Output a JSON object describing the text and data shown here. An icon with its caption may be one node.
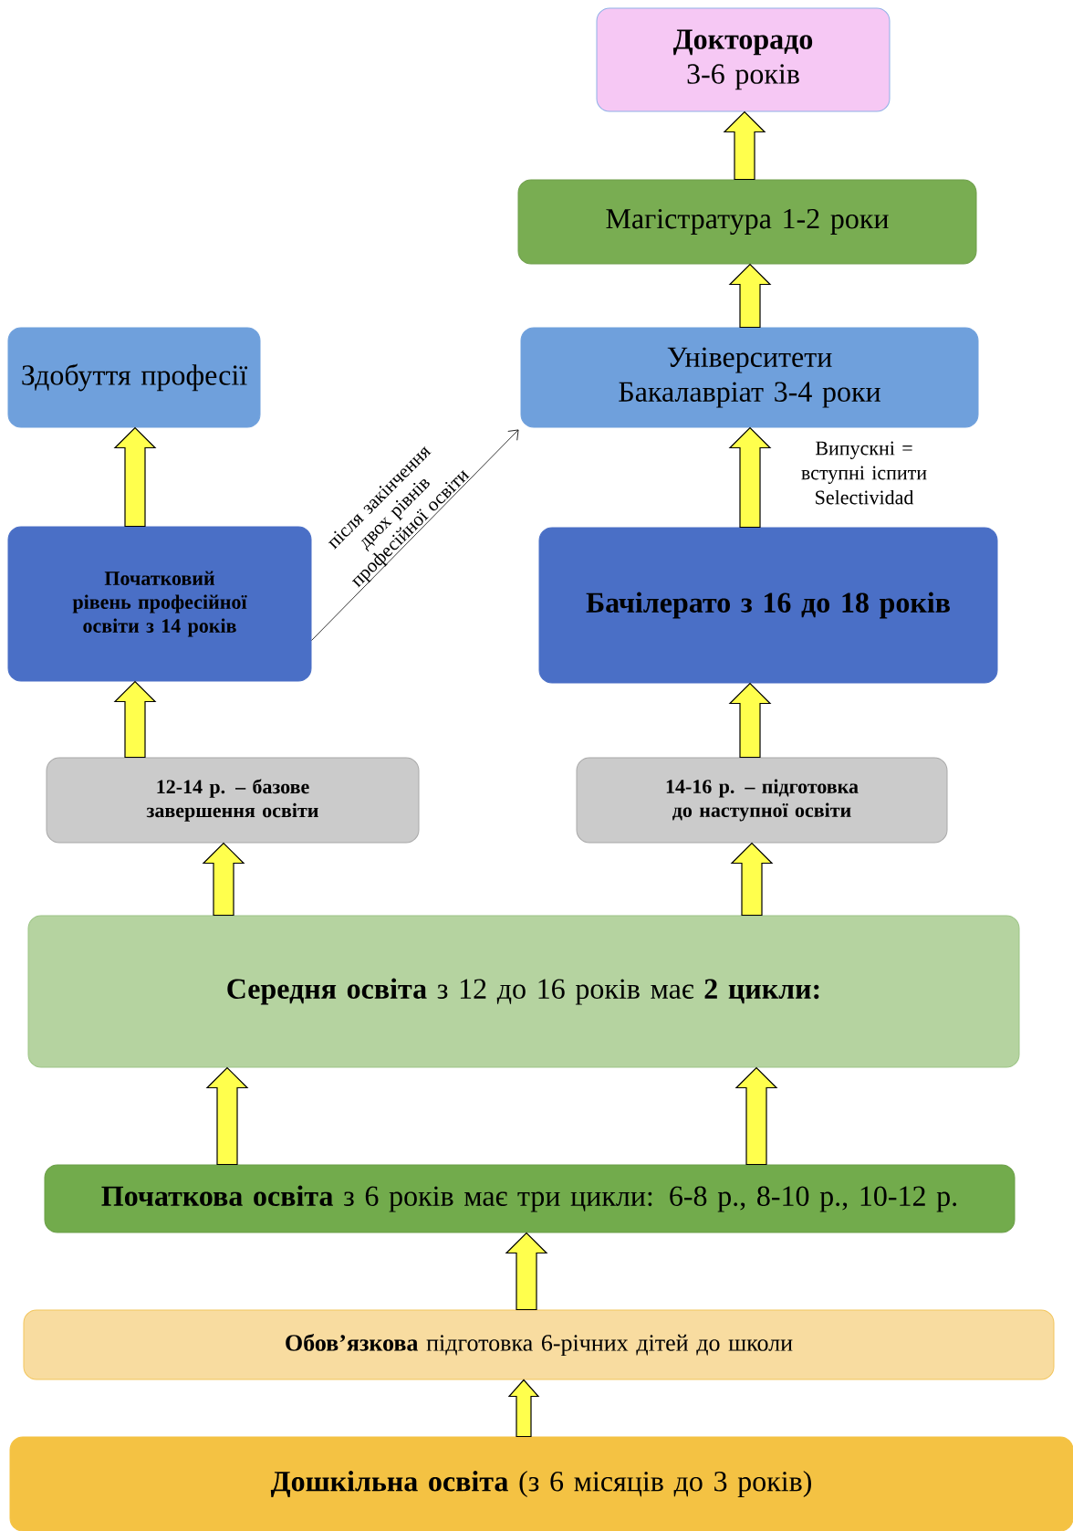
{
  "diagram": {
    "nodes": [
      {
        "text": [
          "Докторадо",
          "3-6 років"
        ]
      },
      {
        "text": [
          "Магістратура 1-2 роки"
        ]
      },
      {
        "text": [
          "Здобуття професії"
        ]
      },
      {
        "text": [
          "Університети",
          "Бакалавріат 3-4 роки"
        ]
      },
      {
        "text": [
          "Початковий рівень професійної освіти з 14 років"
        ]
      },
      {
        "text": [
          "Бачілерато з 16 до 18 років"
        ]
      },
      {
        "text": [
          "12-14 р. – базове завершення освіти"
        ]
      },
      {
        "text": [
          "14-16 р. – підготовка до наступної освіти"
        ]
      },
      {
        "text": [
          "**Середня освіта** з 12 до 16 років має **2 цикли:**"
        ]
      },
      {
        "text": [
          "**Початкова освіта** з 6 років має три цикли: 6-8 р., 8-10 р., 10-12 р."
        ]
      },
      {
        "text": [
          "**Обов’язкова** підготовка 6-річних дітей до школи"
        ]
      },
      {
        "text": [
          "**Дошкільна освіта** (з 6 місяців до 3 років)"
        ]
      }
    ],
    "edges": [
      {
        "from": 1,
        "to": 0,
        "arrow": "to",
        "style": "thick"
      },
      {
        "from": 3,
        "to": 1,
        "arrow": "to",
        "style": "thick"
      },
      {
        "from": 5,
        "to": 3,
        "arrow": "to",
        "style": "thick"
      },
      {
        "from": 4,
        "to": 2,
        "arrow": "to",
        "style": "thick"
      },
      {
        "from": 4,
        "to": 3,
        "arrow": "to",
        "label": "після закінчення двох рівнів професійної освіти"
      },
      {
        "from": 6,
        "to": 4,
        "arrow": "to",
        "style": "thick"
      },
      {
        "from": 7,
        "to": 5,
        "arrow": "to",
        "style": "thick"
      },
      {
        "from": 8,
        "to": 6,
        "arrow": "to",
        "style": "thick"
      },
      {
        "from": 8,
        "to": 7,
        "arrow": "to",
        "style": "thick"
      },
      {
        "from": 9,
        "to": 8,
        "arrow": "to",
        "style": "thick"
      },
      {
        "from": 9,
        "to": 8,
        "arrow": "to",
        "style": "thick"
      },
      {
        "from": 10,
        "to": 9,
        "arrow": "to",
        "style": "thick"
      },
      {
        "from": 11,
        "to": 10,
        "arrow": "to",
        "style": "thick"
      }
    ],
    "labels": [
      "Випускні = вступні іспити Selectividad"
    ]
  }
}
